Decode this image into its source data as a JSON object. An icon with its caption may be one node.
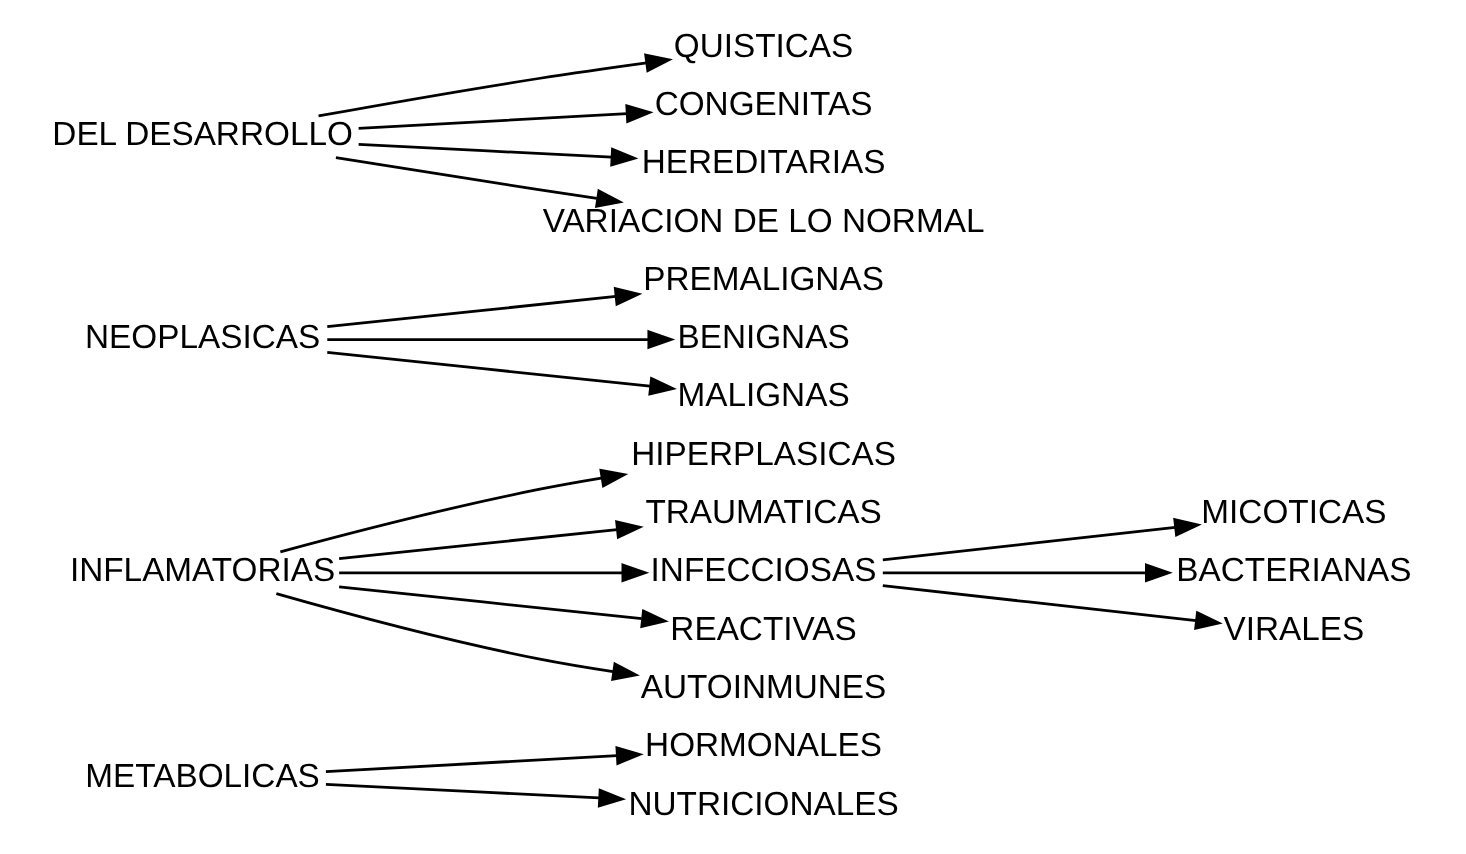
{
  "diagram": {
    "nodes": [
      {
        "text": [
          "METABOLICAS"
        ]
      },
      {
        "text": [
          "HORMONALES"
        ]
      },
      {
        "text": [
          "NUTRICIONALES"
        ]
      },
      {
        "text": [
          "INFLAMATORIAS"
        ]
      },
      {
        "text": [
          "HIPERPLASICAS"
        ]
      },
      {
        "text": [
          "TRAUMATICAS"
        ]
      },
      {
        "text": [
          "INFECCIOSAS"
        ]
      },
      {
        "text": [
          "REACTIVAS"
        ]
      },
      {
        "text": [
          "AUTOINMUNES"
        ]
      },
      {
        "text": [
          "MICOTICAS"
        ]
      },
      {
        "text": [
          "BACTERIANAS"
        ]
      },
      {
        "text": [
          "VIRALES"
        ]
      },
      {
        "text": [
          "NEOPLASICAS"
        ]
      },
      {
        "text": [
          "PREMALIGNAS"
        ]
      },
      {
        "text": [
          "BENIGNAS"
        ]
      },
      {
        "text": [
          "MALIGNAS"
        ]
      },
      {
        "text": [
          "DEL DESARROLLO"
        ]
      },
      {
        "text": [
          "QUISTICAS"
        ]
      },
      {
        "text": [
          "CONGENITAS"
        ]
      },
      {
        "text": [
          "HEREDITARIAS"
        ]
      },
      {
        "text": [
          "VARIACION DE LO NORMAL"
        ]
      }
    ],
    "edges": [
      {
        "from": 0,
        "to": 1,
        "arrow": "to"
      },
      {
        "from": 0,
        "to": 2,
        "arrow": "to"
      },
      {
        "from": 3,
        "to": 4,
        "arrow": "to"
      },
      {
        "from": 3,
        "to": 5,
        "arrow": "to"
      },
      {
        "from": 3,
        "to": 6,
        "arrow": "to"
      },
      {
        "from": 3,
        "to": 7,
        "arrow": "to"
      },
      {
        "from": 3,
        "to": 8,
        "arrow": "to"
      },
      {
        "from": 6,
        "to": 9,
        "arrow": "to"
      },
      {
        "from": 6,
        "to": 10,
        "arrow": "to"
      },
      {
        "from": 6,
        "to": 11,
        "arrow": "to"
      },
      {
        "from": 12,
        "to": 13,
        "arrow": "to"
      },
      {
        "from": 12,
        "to": 14,
        "arrow": "to"
      },
      {
        "from": 12,
        "to": 15,
        "arrow": "to"
      },
      {
        "from": 16,
        "to": 17,
        "arrow": "to"
      },
      {
        "from": 16,
        "to": 18,
        "arrow": "to"
      },
      {
        "from": 16,
        "to": 19,
        "arrow": "to"
      },
      {
        "from": 16,
        "to": 20,
        "arrow": "to"
      }
    ]
  }
}
